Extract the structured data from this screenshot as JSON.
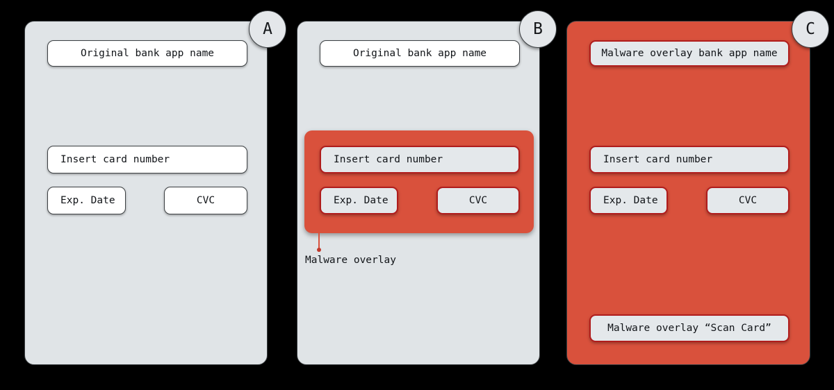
{
  "figure": {
    "background_color": "#000000",
    "panel_light_color": "#e0e4e7",
    "panel_red_color": "#d9513c",
    "field_border_dark": "#3c4043",
    "field_border_red": "#b01c1c",
    "leader_line_color": "#d9513c"
  },
  "panels": [
    {
      "badge": "A",
      "variant": "clean",
      "header_field": "Original bank app name",
      "card_number_field": "Insert card number",
      "exp_date_field": "Exp. Date",
      "cvc_field": "CVC"
    },
    {
      "badge": "B",
      "variant": "partial-overlay",
      "header_field": "Original bank app name",
      "card_number_field": "Insert card number",
      "exp_date_field": "Exp. Date",
      "cvc_field": "CVC",
      "annotation": "Malware overlay"
    },
    {
      "badge": "C",
      "variant": "full-overlay",
      "header_field": "Malware overlay bank app name",
      "card_number_field": "Insert card number",
      "exp_date_field": "Exp. Date",
      "cvc_field": "CVC",
      "scan_card_button": "Malware overlay “Scan Card”"
    }
  ]
}
